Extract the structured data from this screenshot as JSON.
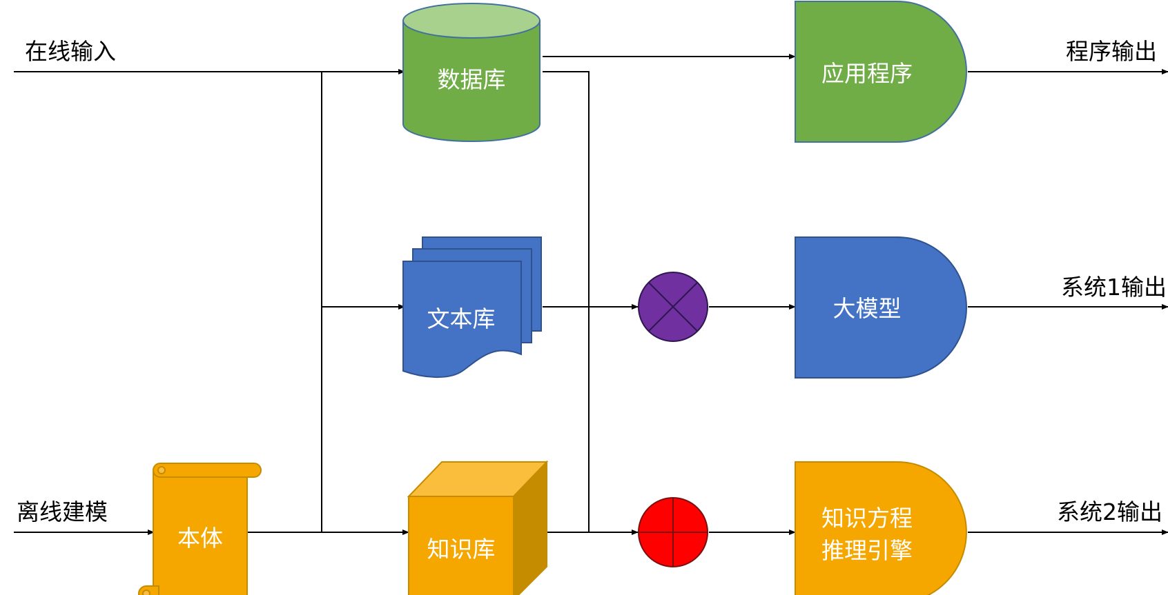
{
  "inputs": {
    "online": "在线输入",
    "offline": "离线建模"
  },
  "ontology": {
    "label": "本体"
  },
  "stores": {
    "database": {
      "label": "数据库"
    },
    "text_corpus": {
      "label": "文本库"
    },
    "knowledge_base": {
      "label": "知识库"
    }
  },
  "systems": {
    "application": {
      "label": "应用程序"
    },
    "large_model": {
      "label": "大模型"
    },
    "reasoning_engine": {
      "line1": "知识方程",
      "line2": "推理引擎"
    }
  },
  "outputs": {
    "program": "程序输出",
    "system1": "系统1输出",
    "system2": "系统2输出"
  },
  "colors": {
    "green": "#70ad47",
    "green_light": "#a9d18e",
    "blue": "#4472c4",
    "orange": "#f5a700",
    "orange_light": "#fabd3c",
    "orange_dark": "#c58c00",
    "purple": "#7030a0",
    "red": "#ff0000"
  }
}
